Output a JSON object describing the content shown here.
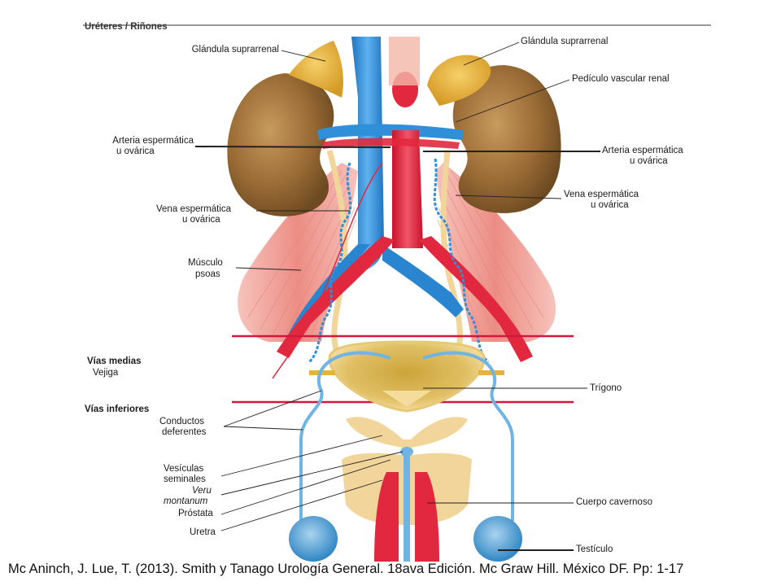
{
  "header": "Uréteres / Riñones",
  "labels": {
    "glandula_left": "Glándula suprarrenal",
    "glandula_right": "Glándula suprarrenal",
    "pediculo": "Pedículo vascular renal",
    "arteria_left_1": "Arteria espermática",
    "arteria_left_2": "u ovárica",
    "arteria_right_1": "Arteria espermática",
    "arteria_right_2": "u ovárica",
    "vena_left_1": "Vena espermática",
    "vena_left_2": "u ovárica",
    "vena_right_1": "Vena espermática",
    "vena_right_2": "u ovárica",
    "musculo_1": "Músculo",
    "musculo_2": "psoas",
    "vias_medias": "Vías medias",
    "vejiga": "Vejiga",
    "trigono": "Trígono",
    "vias_inferiores": "Vías inferiores",
    "conductos_1": "Conductos",
    "conductos_2": "deferentes",
    "vesiculas_1": "Vesículas",
    "vesiculas_2": "seminales",
    "veru_1": "Veru",
    "veru_2": "montanum",
    "prostata": "Próstata",
    "uretra": "Uretra",
    "cuerpo": "Cuerpo cavernoso",
    "testiculo": "Testículo"
  },
  "citation": "Mc Aninch, J. Lue, T. (2013). Smith y Tanago Urología General. 18ava Edición. Mc Graw Hill. México DF. Pp: 1-17",
  "colors": {
    "kidney": "#9a6b35",
    "adrenal": "#e6b23a",
    "artery": "#e2283f",
    "vein": "#2f8fd8",
    "muscle": "#f0a29a",
    "ureter": "#f2d59a",
    "bladder": "#c9a43a",
    "divider": "#d3173e"
  }
}
